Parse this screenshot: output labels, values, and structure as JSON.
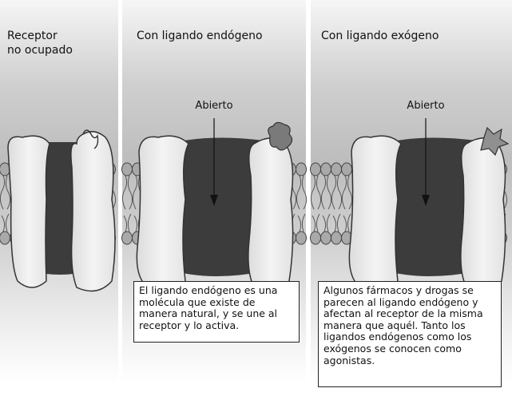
{
  "panels": [
    {
      "title": "Receptor\nno ocupado"
    },
    {
      "title": "Con ligando endógeno",
      "arrow_label": "Abierto",
      "caption": "El ligando endógeno es una molécula que existe de manera natural, y se une al receptor y lo activa."
    },
    {
      "title": "Con ligando exógeno",
      "arrow_label": "Abierto",
      "caption": "Algunos fármacos y drogas se parecen al ligando endógeno y afectan al receptor de la misma manera que aquél. Tanto los ligandos endógenos como los exógenos se conocen como agonistas."
    }
  ],
  "colors": {
    "panel_gradient_dark": "#bdbdbd",
    "panel_gradient_light": "#f4f4f4",
    "receptor_body": "#ededed",
    "channel_pore": "#3c3c3c",
    "lipid_head": "#a9a9a9",
    "ligand": "#7a7a7a"
  }
}
